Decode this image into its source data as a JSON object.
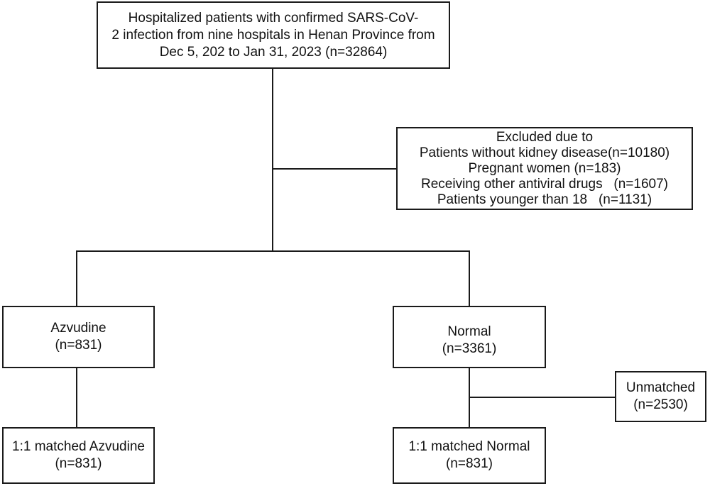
{
  "boxes": {
    "source": {
      "lines": [
        "Hospitalized patients with confirmed SARS-CoV-",
        "2 infection from nine hospitals in Henan Province from",
        "Dec 5, 202 to Jan 31, 2023 (n=32864)"
      ]
    },
    "excluded": {
      "lines": [
        "Excluded due to",
        "Patients without kidney disease(n=10180)",
        "Pregnant women (n=183)",
        "Receiving other antiviral drugs   (n=1607)",
        "Patients younger than 18   (n=1131)"
      ]
    },
    "azvudine": {
      "lines": [
        "Azvudine",
        "(n=831)"
      ]
    },
    "normal": {
      "lines": [
        "Normal",
        "(n=3361)"
      ]
    },
    "unmatched": {
      "lines": [
        "Unmatched",
        "(n=2530)"
      ]
    },
    "matched_azvudine": {
      "lines": [
        "1:1 matched Azvudine",
        "(n=831)"
      ]
    },
    "matched_normal": {
      "lines": [
        "1:1 matched Normal",
        "(n=831)"
      ]
    }
  }
}
